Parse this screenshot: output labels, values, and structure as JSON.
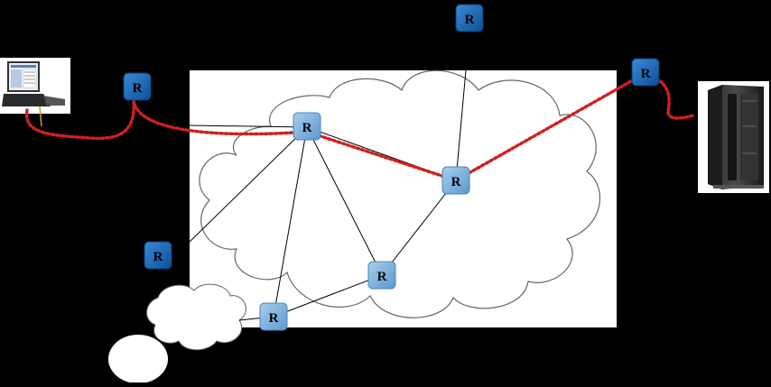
{
  "diagram": {
    "router_label": "R",
    "colors": {
      "background": "#000000",
      "panel": "#ffffff",
      "cloud_stroke": "#666666",
      "link": "#000000",
      "path": "#d0201e",
      "router_dark": "#0e5ea8",
      "router_light": "#7ab3dd",
      "router_text": "#000000"
    },
    "routers": [
      {
        "id": "r-top",
        "style": "dark"
      },
      {
        "id": "r-left-laptop",
        "style": "dark"
      },
      {
        "id": "r-right-server",
        "style": "dark"
      },
      {
        "id": "r-left-mid",
        "style": "dark"
      },
      {
        "id": "r-core-1",
        "style": "light"
      },
      {
        "id": "r-core-2",
        "style": "light"
      },
      {
        "id": "r-core-3",
        "style": "light"
      },
      {
        "id": "r-edge-bottom",
        "style": "light"
      }
    ],
    "hosts": [
      {
        "id": "laptop",
        "icon": "laptop-icon"
      },
      {
        "id": "server",
        "icon": "server-icon"
      }
    ],
    "path": {
      "description_icon": "dotted-route",
      "hops": [
        "laptop",
        "r-left-laptop",
        "r-core-1",
        "r-core-2",
        "r-right-server",
        "server"
      ]
    }
  }
}
